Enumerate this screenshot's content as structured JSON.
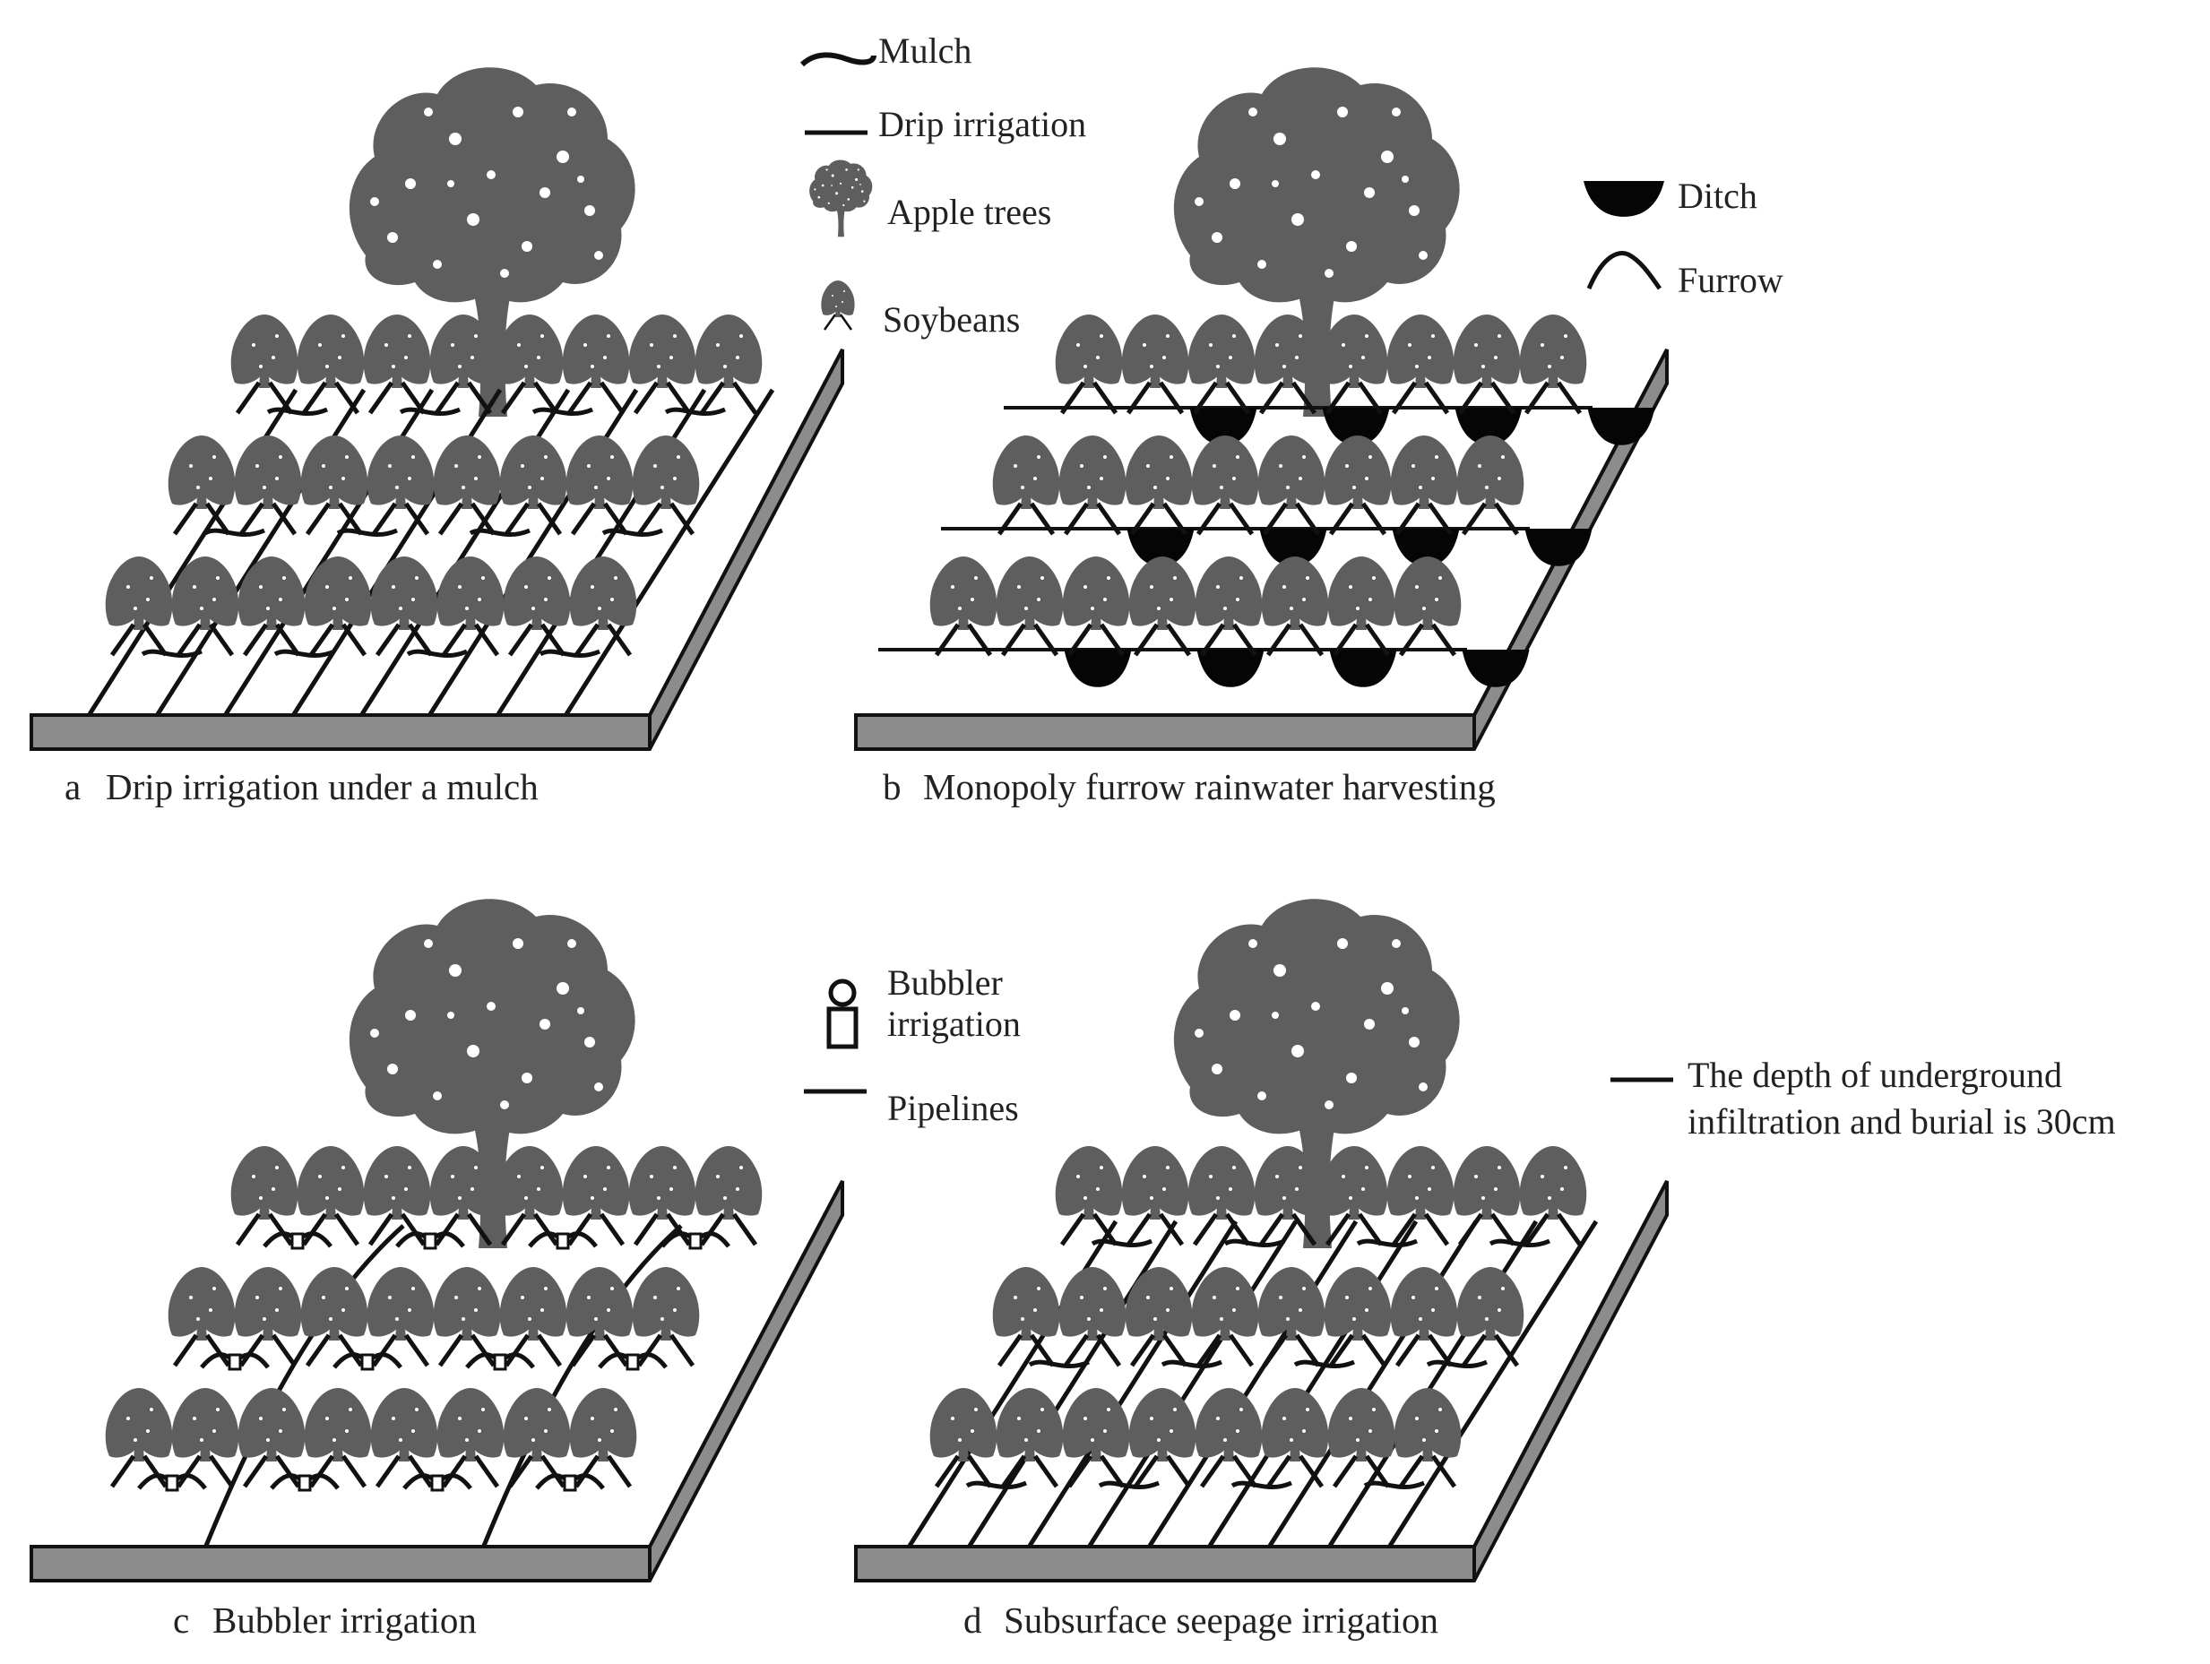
{
  "colors": {
    "plant": "#5e5e5e",
    "ditch": "#050505",
    "line": "#111111",
    "slab_side": "#8c8c8c",
    "text": "#222222"
  },
  "panels": [
    {
      "letter": "a",
      "caption": "Drip irrigation under a mulch",
      "legend": [
        {
          "symbol": "mulch-icon",
          "text": "Mulch"
        },
        {
          "symbol": "drip-line-icon",
          "text": "Drip irrigation"
        },
        {
          "symbol": "apple-tree-icon",
          "text": "Apple trees"
        },
        {
          "symbol": "soybean-icon",
          "text": "Soybeans"
        }
      ]
    },
    {
      "letter": "b",
      "caption": "Monopoly furrow rainwater harvesting",
      "legend": [
        {
          "symbol": "ditch-icon",
          "text": "Ditch"
        },
        {
          "symbol": "furrow-icon",
          "text": "Furrow"
        }
      ]
    },
    {
      "letter": "c",
      "caption": "Bubbler irrigation",
      "legend": [
        {
          "symbol": "bubbler-icon",
          "text": "Bubbler",
          "text2": "irrigation"
        },
        {
          "symbol": "pipeline-icon",
          "text": "Pipelines"
        }
      ]
    },
    {
      "letter": "d",
      "caption": "Subsurface seepage irrigation",
      "legend": [
        {
          "symbol": "buried-line-icon",
          "text": "The depth of underground",
          "text2": "infiltration and burial is 30cm"
        }
      ]
    }
  ]
}
